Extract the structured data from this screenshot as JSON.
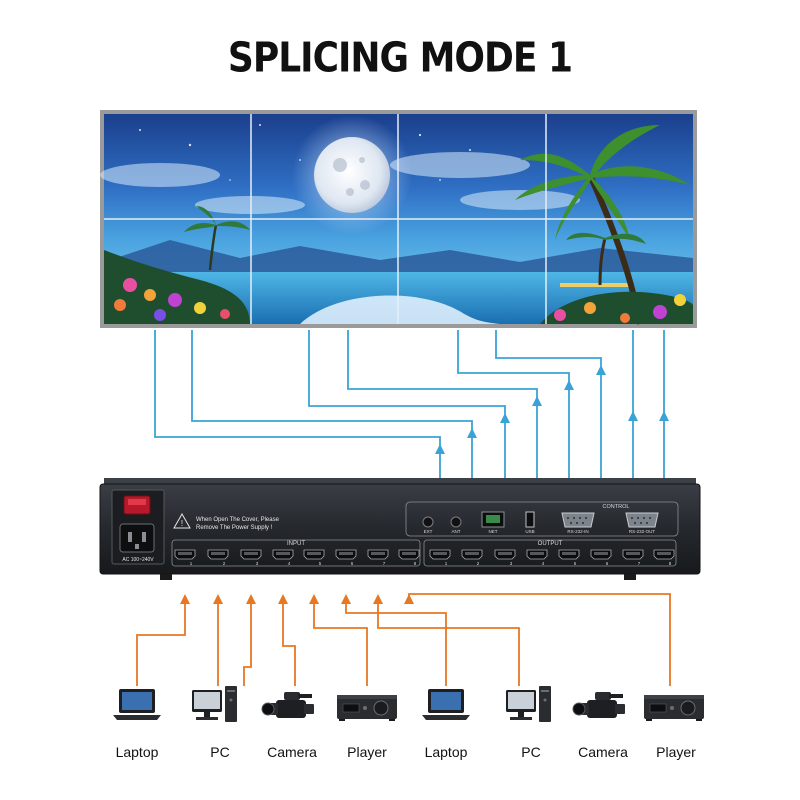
{
  "title": "SPLICING MODE 1",
  "colors": {
    "output_line": "#3aa3d6",
    "input_line": "#e87722",
    "chassis": "#23262b",
    "frame": "#9a9a9a"
  },
  "device": {
    "warning_line1": "When Open The Cover, Please",
    "warning_line2": "Remove The Power Supply !",
    "power_label": "AC 100~240V",
    "input_label": "INPUT",
    "output_label": "OUTPUT",
    "control_label": "CONTROL",
    "ports": {
      "ext": "EXT",
      "ant": "ANT",
      "net": "NET",
      "usb": "USB",
      "rs232_in": "RS-232-IN",
      "rs232_out": "RS-232-OUT"
    },
    "input_numbers": [
      "1",
      "2",
      "3",
      "4",
      "5",
      "6",
      "7",
      "8"
    ],
    "output_numbers": [
      "1",
      "2",
      "3",
      "4",
      "5",
      "6",
      "7",
      "8"
    ]
  },
  "sources": [
    {
      "label": "Laptop",
      "icon": "laptop-icon"
    },
    {
      "label": "PC",
      "icon": "pc-icon"
    },
    {
      "label": "Camera",
      "icon": "camera-icon"
    },
    {
      "label": "Player",
      "icon": "player-icon"
    },
    {
      "label": "Laptop",
      "icon": "laptop-icon"
    },
    {
      "label": "PC",
      "icon": "pc-icon"
    },
    {
      "label": "Camera",
      "icon": "camera-icon"
    },
    {
      "label": "Player",
      "icon": "player-icon"
    }
  ]
}
